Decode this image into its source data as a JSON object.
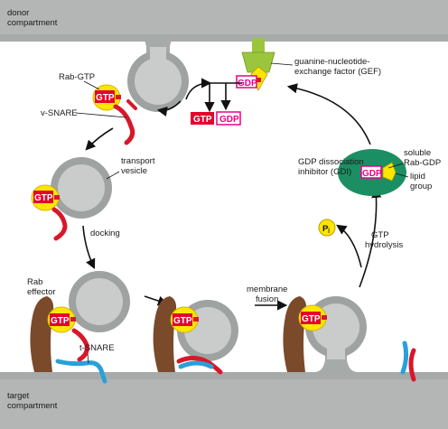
{
  "labels": {
    "donor_compartment_1": "donor",
    "donor_compartment_2": "compartment",
    "target_compartment_1": "target",
    "target_compartment_2": "compartment",
    "rab_gtp": "Rab-GTP",
    "v_snare": "v-SNARE",
    "transport_vesicle_1": "transport",
    "transport_vesicle_2": "vesicle",
    "docking": "docking",
    "rab_effector_1": "Rab",
    "rab_effector_2": "effector",
    "t_snare": "t-SNARE",
    "membrane_fusion_1": "membrane",
    "membrane_fusion_2": "fusion",
    "gef_1": "guanine-nucleotide-",
    "gef_2": "exchange factor (GEF)",
    "gdi_1": "GDP dissociation",
    "gdi_2": "inhibitor (GDI)",
    "soluble_1": "soluble",
    "soluble_2": "Rab-GDP",
    "lipid_1": "lipid",
    "lipid_2": "group",
    "gtp_hydrolysis_1": "GTP",
    "gtp_hydrolysis_2": "hydrolysis",
    "pi": "P",
    "pi_sub": "i"
  },
  "tags": {
    "gtp": "GTP",
    "gdp": "GDP"
  },
  "colors": {
    "membrane": "#a6aaa9",
    "vesicle_interior": "#c9cccb",
    "gtp_box": "#e4032e",
    "gdp_border": "#e8008a",
    "rab_yellow": "#ffe600",
    "snare_red": "#d9172a",
    "snare_blue": "#2aa0d8",
    "effector_brown": "#7a4a2b",
    "gdi_green": "#1b8f63",
    "gef_green": "#9bc53d"
  }
}
